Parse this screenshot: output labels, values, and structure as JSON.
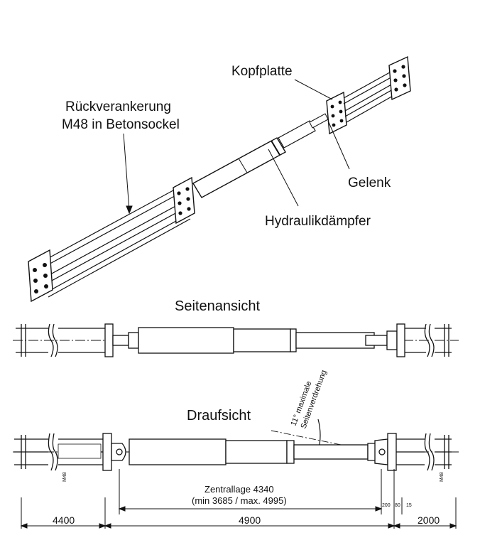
{
  "labels": {
    "kopfplatte": "Kopfplatte",
    "rueck_1": "Rückverankerung",
    "rueck_2": "M48 in Betonsockel",
    "gelenk": "Gelenk",
    "hydraulik": "Hydraulikdämpfer",
    "seitenansicht": "Seitenansicht",
    "draufsicht": "Draufsicht",
    "rotation_1": "11° maximale",
    "rotation_2": "Seitenverdrehung",
    "zentral_1": "Zentrallage 4340",
    "zentral_2": "(min 3685 / max. 4995)",
    "m48_left": "M48",
    "m48_right": "M48",
    "small_dims": [
      "200",
      "80",
      "15"
    ],
    "dims": [
      "4400",
      "4900",
      "2000"
    ]
  }
}
